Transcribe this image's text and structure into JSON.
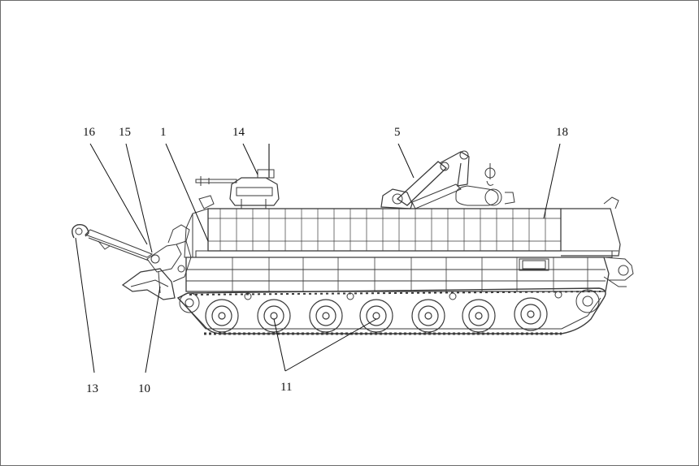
{
  "callouts": [
    {
      "id": "16",
      "text": "16"
    },
    {
      "id": "15",
      "text": "15"
    },
    {
      "id": "1",
      "text": "1"
    },
    {
      "id": "14",
      "text": "14"
    },
    {
      "id": "5",
      "text": "5"
    },
    {
      "id": "18",
      "text": "18"
    },
    {
      "id": "13",
      "text": "13"
    },
    {
      "id": "10",
      "text": "10"
    },
    {
      "id": "11",
      "text": "11"
    }
  ],
  "colors": {
    "ink": "#3a3a3a",
    "leader": "#111111",
    "background": "#ffffff"
  }
}
